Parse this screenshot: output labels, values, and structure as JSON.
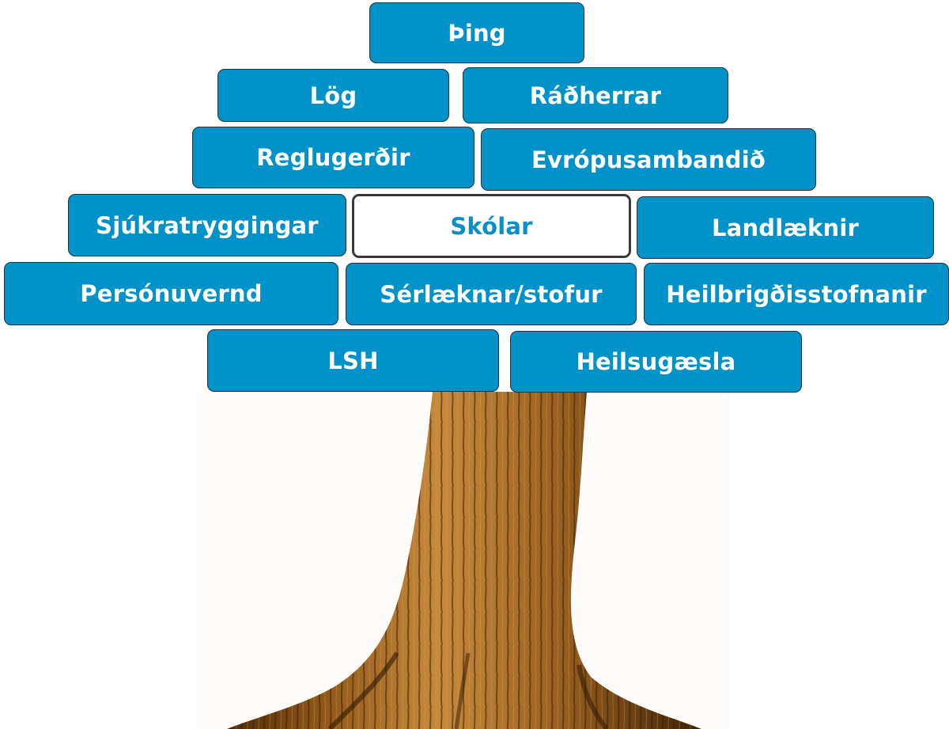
{
  "boxes": {
    "thing": "Þing",
    "log": "Lög",
    "radherrar": "Ráðherrar",
    "reglugerdir": "Reglugerðir",
    "evropusambandid": "Evrópusambandið",
    "sjukratryggingar": "Sjúkratryggingar",
    "skolar": "Skólar",
    "landlaeknir": "Landlæknir",
    "personuvernd": "Persónuvernd",
    "serlaeknar": "Sérlæknar/stofur",
    "heilbrigdisstofnanir": "Heilbrigðisstofnanir",
    "lsh": "LSH",
    "heilsugaesla": "Heilsugæsla"
  },
  "selected": "Skólar",
  "colors": {
    "box_fill": "#0092c8",
    "box_text": "#ffffff",
    "selected_text": "#0a8fc6",
    "trunk_bark": "#8a5316"
  },
  "image": "tree-trunk"
}
